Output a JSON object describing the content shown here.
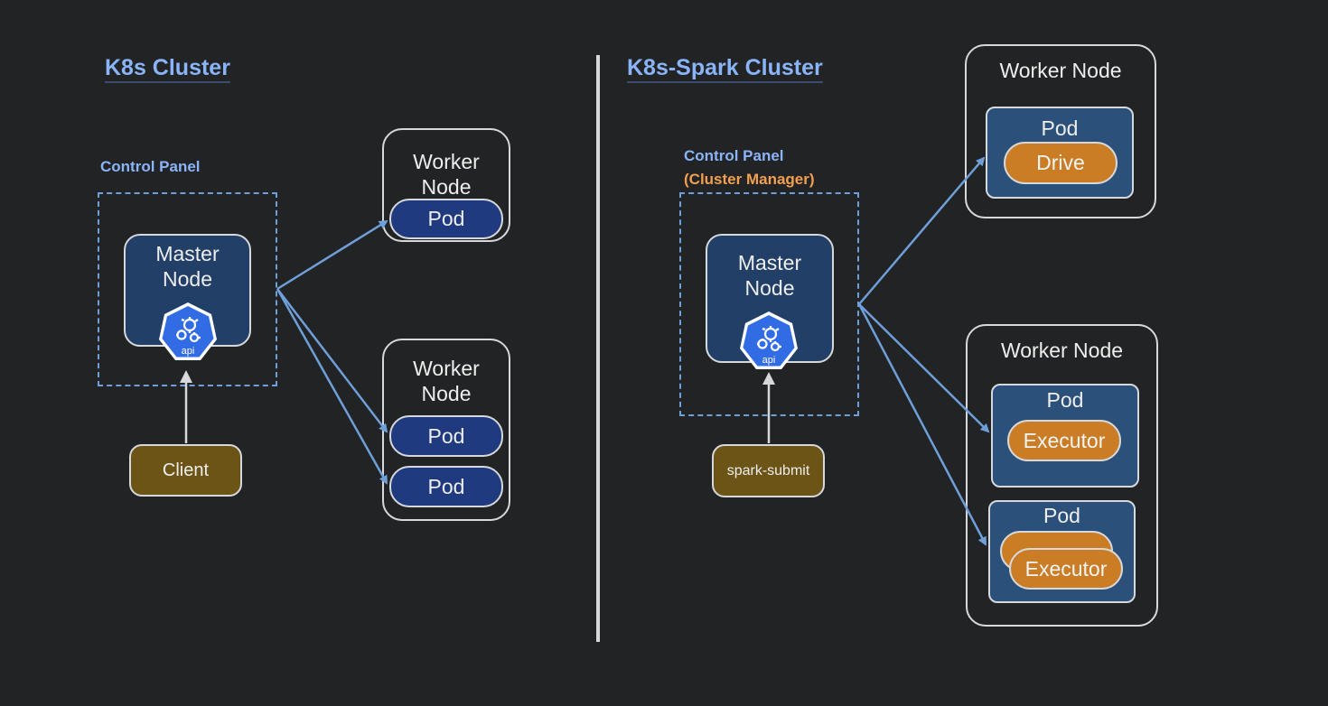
{
  "left": {
    "title": "K8s Cluster",
    "panel_label": "Control Panel",
    "master_line1": "Master",
    "master_line2": "Node",
    "api_label": "api",
    "client": "Client",
    "worker1": {
      "line1": "Worker",
      "line2": "Node",
      "pods": [
        "Pod"
      ]
    },
    "worker2": {
      "line1": "Worker",
      "line2": "Node",
      "pods": [
        "Pod",
        "Pod"
      ]
    }
  },
  "right": {
    "title": "K8s-Spark Cluster",
    "panel_label": "Control Panel",
    "panel_sub": "(Cluster Manager)",
    "master_line1": "Master",
    "master_line2": "Node",
    "api_label": "api",
    "submit": "spark-submit",
    "worker1": {
      "label": "Worker Node",
      "pod": "Pod",
      "driver": "Drive"
    },
    "worker2": {
      "label": "Worker Node",
      "pod1": "Pod",
      "executor1": "Executor",
      "pod2": "Pod",
      "executor2": "Executor"
    }
  },
  "colors": {
    "background": "#222324",
    "accent_blue": "#8ab4f8",
    "arrow_blue": "#6e9fd8",
    "orange": "#cb7d26",
    "client_brown": "#6b5415"
  }
}
